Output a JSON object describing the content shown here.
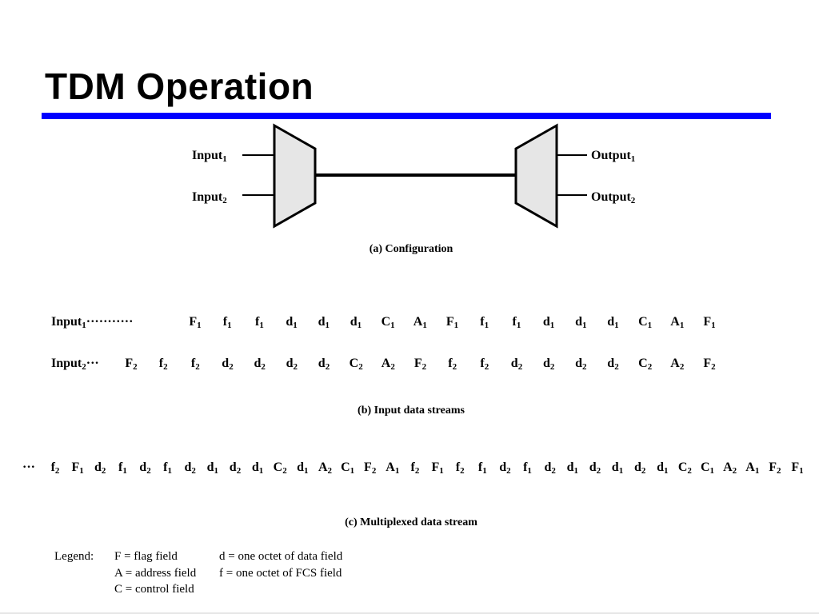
{
  "slide": {
    "title": "TDM Operation",
    "accent_color": "#0000ff"
  },
  "configuration": {
    "caption": "(a) Configuration",
    "inputs": [
      "Input",
      "Input"
    ],
    "outputs": [
      "Output",
      "Output"
    ],
    "subscripts": [
      "1",
      "2"
    ]
  },
  "input_streams": {
    "caption": "(b) Input data streams",
    "rows": [
      {
        "label": "Input",
        "label_sub": "1",
        "dots": "···········",
        "symbols": [
          [
            "F",
            "1"
          ],
          [
            "f",
            "1"
          ],
          [
            "f",
            "1"
          ],
          [
            "d",
            "1"
          ],
          [
            "d",
            "1"
          ],
          [
            "d",
            "1"
          ],
          [
            "C",
            "1"
          ],
          [
            "A",
            "1"
          ],
          [
            "F",
            "1"
          ],
          [
            "f",
            "1"
          ],
          [
            "f",
            "1"
          ],
          [
            "d",
            "1"
          ],
          [
            "d",
            "1"
          ],
          [
            "d",
            "1"
          ],
          [
            "C",
            "1"
          ],
          [
            "A",
            "1"
          ],
          [
            "F",
            "1"
          ]
        ]
      },
      {
        "label": "Input",
        "label_sub": "2",
        "dots": "···",
        "symbols": [
          [
            "F",
            "2"
          ],
          [
            "f",
            "2"
          ],
          [
            "f",
            "2"
          ],
          [
            "d",
            "2"
          ],
          [
            "d",
            "2"
          ],
          [
            "d",
            "2"
          ],
          [
            "d",
            "2"
          ],
          [
            "C",
            "2"
          ],
          [
            "A",
            "2"
          ],
          [
            "F",
            "2"
          ],
          [
            "f",
            "2"
          ],
          [
            "f",
            "2"
          ],
          [
            "d",
            "2"
          ],
          [
            "d",
            "2"
          ],
          [
            "d",
            "2"
          ],
          [
            "d",
            "2"
          ],
          [
            "C",
            "2"
          ],
          [
            "A",
            "2"
          ],
          [
            "F",
            "2"
          ]
        ]
      }
    ]
  },
  "multiplexed_stream": {
    "caption": "(c) Multiplexed data stream",
    "dots": "···",
    "symbols": [
      [
        "f",
        "2"
      ],
      [
        "F",
        "1"
      ],
      [
        "d",
        "2"
      ],
      [
        "f",
        "1"
      ],
      [
        "d",
        "2"
      ],
      [
        "f",
        "1"
      ],
      [
        "d",
        "2"
      ],
      [
        "d",
        "1"
      ],
      [
        "d",
        "2"
      ],
      [
        "d",
        "1"
      ],
      [
        "C",
        "2"
      ],
      [
        "d",
        "1"
      ],
      [
        "A",
        "2"
      ],
      [
        "C",
        "1"
      ],
      [
        "F",
        "2"
      ],
      [
        "A",
        "1"
      ],
      [
        "f",
        "2"
      ],
      [
        "F",
        "1"
      ],
      [
        "f",
        "2"
      ],
      [
        "f",
        "1"
      ],
      [
        "d",
        "2"
      ],
      [
        "f",
        "1"
      ],
      [
        "d",
        "2"
      ],
      [
        "d",
        "1"
      ],
      [
        "d",
        "2"
      ],
      [
        "d",
        "1"
      ],
      [
        "d",
        "2"
      ],
      [
        "d",
        "1"
      ],
      [
        "C",
        "2"
      ],
      [
        "C",
        "1"
      ],
      [
        "A",
        "2"
      ],
      [
        "A",
        "1"
      ],
      [
        "F",
        "2"
      ],
      [
        "F",
        "1"
      ]
    ]
  },
  "legend": {
    "heading": "Legend:",
    "col1": [
      "F = flag field",
      "A = address field",
      "C = control field"
    ],
    "col2": [
      "d = one octet of data field",
      "f = one octet of FCS field"
    ]
  }
}
